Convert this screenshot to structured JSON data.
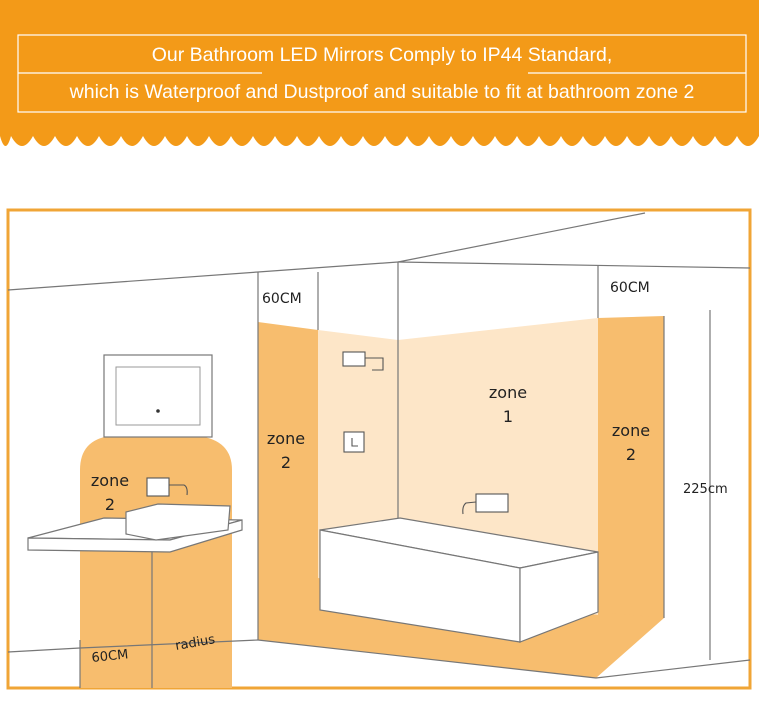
{
  "banner": {
    "line1": "Our Bathroom LED Mirrors Comply to IP44 Standard,",
    "line2": "which is Waterproof and Dustproof and suitable to fit at bathroom zone 2"
  },
  "diagram": {
    "labels": {
      "dim_60cm_left": "60CM",
      "dim_60cm_right": "60CM",
      "dim_60cm_floor": "60CM",
      "radius": "radius",
      "height_225cm": "225cm",
      "zone_word": "zone",
      "zone1_number": "1",
      "zone2_number": "2"
    }
  },
  "colors": {
    "banner_orange": "#f39a18",
    "zone1_fill": "#fde6c8",
    "zone2_fill": "#f7bd6e",
    "frame_orange": "#f0a536",
    "line_gray": "#777777"
  }
}
